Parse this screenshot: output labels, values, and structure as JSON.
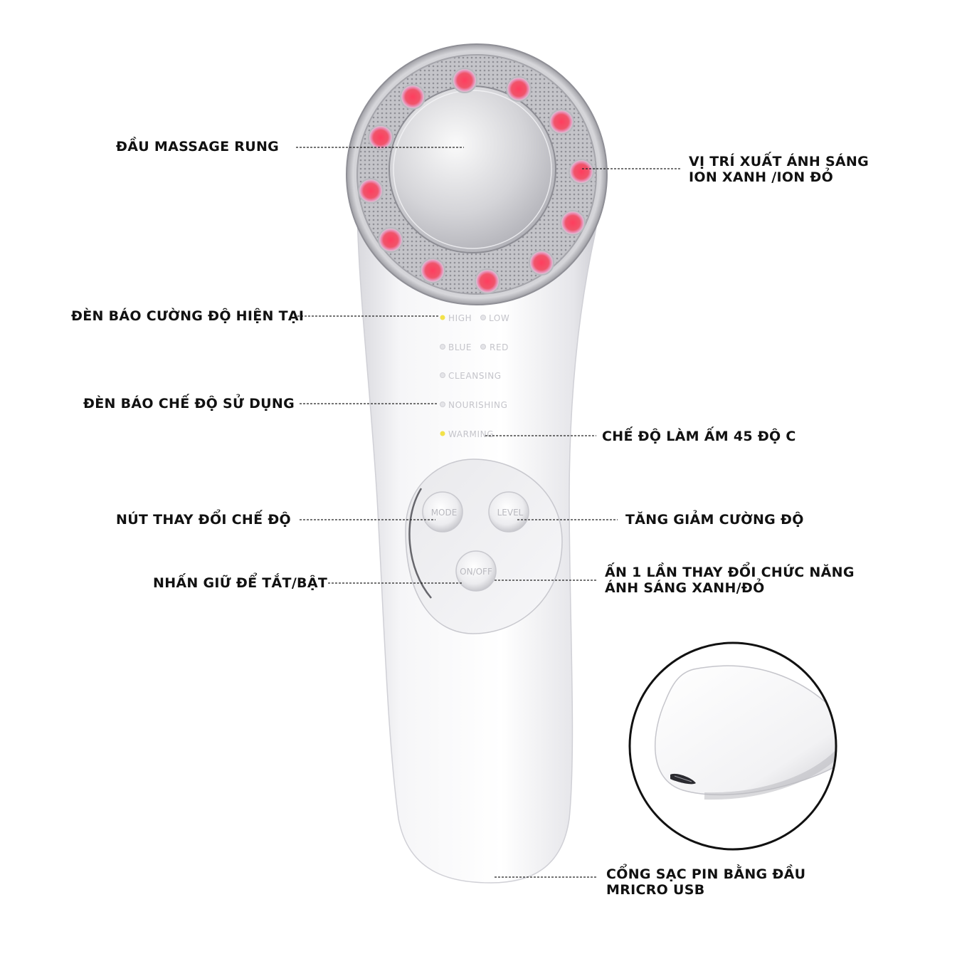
{
  "device": {
    "indicators": {
      "row1": [
        "HIGH",
        "LOW"
      ],
      "row2": [
        "BLUE",
        "RED"
      ],
      "cleansing": "CLEANSING",
      "nourishing": "NOURISHING",
      "warming": "WARMING"
    },
    "buttons": {
      "mode": "MODE",
      "level": "LEVEL",
      "power": "ON/OFF"
    }
  },
  "callouts": {
    "massage_head": "ĐẦU MASSAGE RUNG",
    "light_position": [
      "VỊ TRÍ XUẤT ÁNH SÁNG",
      "ION XANH /ION ĐỎ"
    ],
    "intensity_indicator": "ĐÈN BÁO CƯỜNG ĐỘ HIỆN TẠI",
    "mode_indicator": "ĐÈN BÁO CHẾ ĐỘ SỬ DỤNG",
    "warming_mode": "CHẾ ĐỘ LÀM ẤM 45 ĐỘ C",
    "mode_button": "NÚT THAY ĐỔI CHẾ ĐỘ",
    "intensity_button": "TĂNG GIẢM CƯỜNG ĐỘ",
    "power_button": "NHẤN GIỮ ĐỂ TẮT/BẬT",
    "light_toggle": [
      "ẤN 1 LẦN THAY ĐỔI CHỨC NĂNG",
      "ÁNH SÁNG XANH/ĐỎ"
    ],
    "charging_port": [
      "CỔNG SẠC PIN BẰNG ĐẦU",
      "MRICRO USB"
    ]
  },
  "colors": {
    "led": "#f0546a",
    "indicator_active": "#f2e24a",
    "body": "#f4f4f6"
  }
}
